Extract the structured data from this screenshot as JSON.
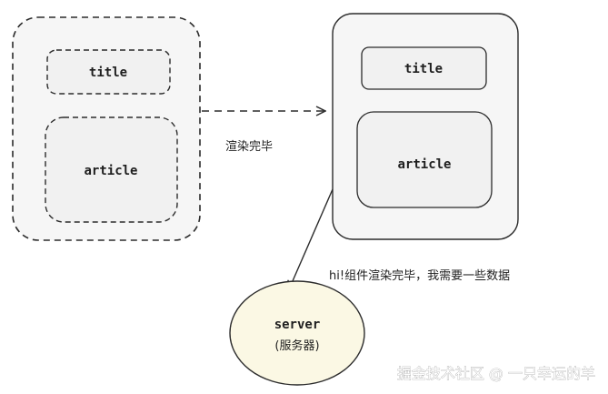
{
  "diagram": {
    "left_component": {
      "title_label": "title",
      "article_label": "article"
    },
    "right_component": {
      "title_label": "title",
      "article_label": "article"
    },
    "render_arrow_label": "渲染完毕",
    "request_arrow_label": "hi!组件渲染完毕，我需要一些数据",
    "server": {
      "line1": "server",
      "line2": "(服务器)"
    },
    "watermark": "掘金技术社区 @ 一只幸运的羊"
  },
  "colors": {
    "stroke": "#2b2b2b",
    "panel_fill": "#f6f6f6",
    "box_fill": "#f1f1f1",
    "server_fill": "#fbf8e4",
    "text": "#1f1f1f",
    "watermark": "#ffffff"
  }
}
